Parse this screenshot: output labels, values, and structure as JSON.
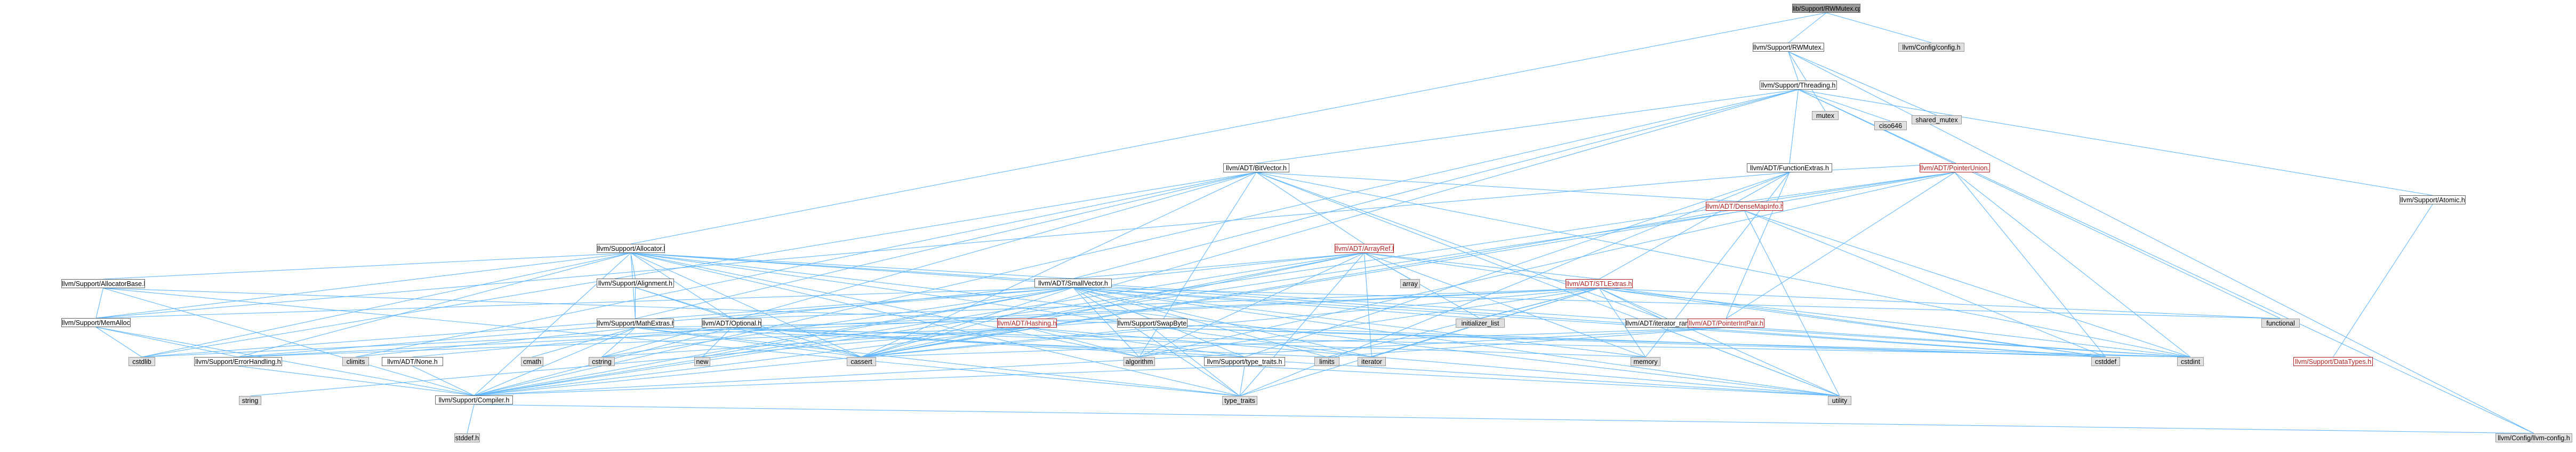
{
  "colors": {
    "edge": "#63b8ff",
    "root_fill": "#9a9a9a",
    "system_fill": "#e0e0e0",
    "red_text": "#b22222",
    "node_border": "#666666"
  },
  "nodes": [
    {
      "id": "rwmutex_cpp",
      "label": "lib/Support/RWMutex.cpp",
      "kind": "root"
    },
    {
      "id": "rwmutex_h",
      "label": "llvm/Support/RWMutex.h",
      "kind": "norm"
    },
    {
      "id": "config_h",
      "label": "llvm/Config/config.h",
      "kind": "sys"
    },
    {
      "id": "threading_h",
      "label": "llvm/Support/Threading.h",
      "kind": "norm"
    },
    {
      "id": "mutex",
      "label": "mutex",
      "kind": "sys"
    },
    {
      "id": "shared_mutex",
      "label": "shared_mutex",
      "kind": "sys"
    },
    {
      "id": "function_extras",
      "label": "llvm/ADT/FunctionExtras.h",
      "kind": "norm"
    },
    {
      "id": "ciso646",
      "label": "ciso646",
      "kind": "sys"
    },
    {
      "id": "atomic_h",
      "label": "llvm/Support/Atomic.h",
      "kind": "norm"
    },
    {
      "id": "bitvector",
      "label": "llvm/ADT/BitVector.h",
      "kind": "norm"
    },
    {
      "id": "pointer_union",
      "label": "llvm/ADT/PointerUnion.h",
      "kind": "red"
    },
    {
      "id": "densemapinfo",
      "label": "llvm/ADT/DenseMapInfo.h",
      "kind": "red"
    },
    {
      "id": "allocator",
      "label": "llvm/Support/Allocator.h",
      "kind": "norm"
    },
    {
      "id": "arrayref",
      "label": "llvm/ADT/ArrayRef.h",
      "kind": "red"
    },
    {
      "id": "allocatorbase",
      "label": "llvm/Support/AllocatorBase.h",
      "kind": "norm"
    },
    {
      "id": "alignment",
      "label": "llvm/Support/Alignment.h",
      "kind": "norm"
    },
    {
      "id": "smallvector",
      "label": "llvm/ADT/SmallVector.h",
      "kind": "norm"
    },
    {
      "id": "array",
      "label": "array",
      "kind": "sys"
    },
    {
      "id": "stlextras",
      "label": "llvm/ADT/STLExtras.h",
      "kind": "red"
    },
    {
      "id": "memalloc",
      "label": "llvm/Support/MemAlloc.h",
      "kind": "norm"
    },
    {
      "id": "mathextras",
      "label": "llvm/Support/MathExtras.h",
      "kind": "norm"
    },
    {
      "id": "optional",
      "label": "llvm/ADT/Optional.h",
      "kind": "norm"
    },
    {
      "id": "hashing",
      "label": "llvm/ADT/Hashing.h",
      "kind": "red"
    },
    {
      "id": "swapbyteorder",
      "label": "llvm/Support/SwapByteOrder.h",
      "kind": "norm"
    },
    {
      "id": "initializer_list",
      "label": "initializer_list",
      "kind": "sys"
    },
    {
      "id": "iterator_range",
      "label": "llvm/ADT/iterator_range.h",
      "kind": "norm"
    },
    {
      "id": "pointerintpair",
      "label": "llvm/ADT/PointerIntPair.h",
      "kind": "red"
    },
    {
      "id": "functional",
      "label": "functional",
      "kind": "sys"
    },
    {
      "id": "cstdlib",
      "label": "cstdlib",
      "kind": "sys"
    },
    {
      "id": "errorhandling",
      "label": "llvm/Support/ErrorHandling.h",
      "kind": "norm"
    },
    {
      "id": "climits",
      "label": "climits",
      "kind": "sys"
    },
    {
      "id": "adt_none",
      "label": "llvm/ADT/None.h",
      "kind": "norm"
    },
    {
      "id": "cmath",
      "label": "cmath",
      "kind": "sys"
    },
    {
      "id": "cstring",
      "label": "cstring",
      "kind": "sys"
    },
    {
      "id": "new",
      "label": "new",
      "kind": "sys"
    },
    {
      "id": "cassert",
      "label": "cassert",
      "kind": "sys"
    },
    {
      "id": "algorithm",
      "label": "algorithm",
      "kind": "sys"
    },
    {
      "id": "type_traits_h",
      "label": "llvm/Support/type_traits.h",
      "kind": "norm"
    },
    {
      "id": "limits",
      "label": "limits",
      "kind": "sys"
    },
    {
      "id": "iterator",
      "label": "iterator",
      "kind": "sys"
    },
    {
      "id": "memory",
      "label": "memory",
      "kind": "sys"
    },
    {
      "id": "cstddef",
      "label": "cstddef",
      "kind": "sys"
    },
    {
      "id": "cstdint",
      "label": "cstdint",
      "kind": "sys"
    },
    {
      "id": "datatypes",
      "label": "llvm/Support/DataTypes.h",
      "kind": "red"
    },
    {
      "id": "compiler",
      "label": "llvm/Support/Compiler.h",
      "kind": "norm"
    },
    {
      "id": "string",
      "label": "string",
      "kind": "sys"
    },
    {
      "id": "type_traits",
      "label": "type_traits",
      "kind": "sys"
    },
    {
      "id": "utility",
      "label": "utility",
      "kind": "sys"
    },
    {
      "id": "stddef",
      "label": "stddef.h",
      "kind": "sys"
    },
    {
      "id": "llvm_config",
      "label": "llvm/Config/llvm-config.h",
      "kind": "sys"
    }
  ],
  "edges": [
    [
      "rwmutex_cpp",
      "rwmutex_h"
    ],
    [
      "rwmutex_cpp",
      "config_h"
    ],
    [
      "rwmutex_cpp",
      "allocator"
    ],
    [
      "rwmutex_h",
      "threading_h"
    ],
    [
      "rwmutex_h",
      "mutex"
    ],
    [
      "rwmutex_h",
      "shared_mutex"
    ],
    [
      "rwmutex_h",
      "llvm_config"
    ],
    [
      "threading_h",
      "function_extras"
    ],
    [
      "threading_h",
      "ciso646"
    ],
    [
      "threading_h",
      "atomic_h"
    ],
    [
      "threading_h",
      "bitvector"
    ],
    [
      "threading_h",
      "smallvector"
    ],
    [
      "threading_h",
      "compiler"
    ],
    [
      "threading_h",
      "functional"
    ],
    [
      "threading_h",
      "cassert"
    ],
    [
      "threading_h",
      "llvm_config"
    ],
    [
      "function_extras",
      "pointer_union"
    ],
    [
      "function_extras",
      "pointerintpair"
    ],
    [
      "function_extras",
      "stlextras"
    ],
    [
      "function_extras",
      "memalloc"
    ],
    [
      "function_extras",
      "type_traits_h"
    ],
    [
      "function_extras",
      "memory"
    ],
    [
      "function_extras",
      "type_traits"
    ],
    [
      "atomic_h",
      "datatypes"
    ],
    [
      "bitvector",
      "arrayref"
    ],
    [
      "bitvector",
      "densemapinfo"
    ],
    [
      "bitvector",
      "iterator_range"
    ],
    [
      "bitvector",
      "mathextras"
    ],
    [
      "bitvector",
      "algorithm"
    ],
    [
      "bitvector",
      "cassert"
    ],
    [
      "bitvector",
      "climits"
    ],
    [
      "bitvector",
      "cstdint"
    ],
    [
      "bitvector",
      "cstdlib"
    ],
    [
      "bitvector",
      "cstring"
    ],
    [
      "bitvector",
      "utility"
    ],
    [
      "pointer_union",
      "densemapinfo"
    ],
    [
      "pointer_union",
      "pointerintpair"
    ],
    [
      "pointer_union",
      "compiler"
    ],
    [
      "pointer_union",
      "algorithm"
    ],
    [
      "pointer_union",
      "cassert"
    ],
    [
      "pointer_union",
      "cstddef"
    ],
    [
      "pointer_union",
      "cstdint"
    ],
    [
      "densemapinfo",
      "hashing"
    ],
    [
      "densemapinfo",
      "cassert"
    ],
    [
      "densemapinfo",
      "cstddef"
    ],
    [
      "densemapinfo",
      "cstdint"
    ],
    [
      "densemapinfo",
      "tuple_utility_placeholder"
    ],
    [
      "densemapinfo",
      "utility"
    ],
    [
      "allocator",
      "allocatorbase"
    ],
    [
      "allocator",
      "alignment"
    ],
    [
      "allocator",
      "smallvector"
    ],
    [
      "allocator",
      "memalloc"
    ],
    [
      "allocator",
      "mathextras"
    ],
    [
      "allocator",
      "compiler"
    ],
    [
      "allocator",
      "algorithm"
    ],
    [
      "allocator",
      "cassert"
    ],
    [
      "allocator",
      "cstddef"
    ],
    [
      "allocator",
      "cstdint"
    ],
    [
      "allocator",
      "iterator"
    ],
    [
      "allocator",
      "type_traits"
    ],
    [
      "allocator",
      "utility"
    ],
    [
      "allocator",
      "optional"
    ],
    [
      "allocator",
      "errorhandling"
    ],
    [
      "allocator",
      "cstdlib"
    ],
    [
      "arrayref",
      "hashing"
    ],
    [
      "arrayref",
      "smallvector"
    ],
    [
      "arrayref",
      "stlextras"
    ],
    [
      "arrayref",
      "compiler"
    ],
    [
      "arrayref",
      "algorithm"
    ],
    [
      "arrayref",
      "array"
    ],
    [
      "arrayref",
      "cassert"
    ],
    [
      "arrayref",
      "cstddef"
    ],
    [
      "arrayref",
      "initializer_list"
    ],
    [
      "arrayref",
      "iterator"
    ],
    [
      "arrayref",
      "memory"
    ],
    [
      "arrayref",
      "type_traits"
    ],
    [
      "arrayref",
      "optional"
    ],
    [
      "allocatorbase",
      "compiler"
    ],
    [
      "allocatorbase",
      "memalloc"
    ],
    [
      "allocatorbase",
      "cstddef"
    ],
    [
      "allocatorbase",
      "type_traits"
    ],
    [
      "alignment",
      "mathextras"
    ],
    [
      "alignment",
      "cassert"
    ],
    [
      "alignment",
      "optional"
    ],
    [
      "smallvector",
      "compiler"
    ],
    [
      "smallvector",
      "errorhandling"
    ],
    [
      "smallvector",
      "memalloc"
    ],
    [
      "smallvector",
      "type_traits_h"
    ],
    [
      "smallvector",
      "algorithm"
    ],
    [
      "smallvector",
      "cassert"
    ],
    [
      "smallvector",
      "cstddef"
    ],
    [
      "smallvector",
      "cstdlib"
    ],
    [
      "smallvector",
      "cstring"
    ],
    [
      "smallvector",
      "functional"
    ],
    [
      "smallvector",
      "initializer_list"
    ],
    [
      "smallvector",
      "iterator"
    ],
    [
      "smallvector",
      "limits"
    ],
    [
      "smallvector",
      "memory"
    ],
    [
      "smallvector",
      "new"
    ],
    [
      "smallvector",
      "type_traits"
    ],
    [
      "smallvector",
      "utility"
    ],
    [
      "stlextras",
      "optional"
    ],
    [
      "stlextras",
      "iterator_range"
    ],
    [
      "stlextras",
      "errorhandling"
    ],
    [
      "stlextras",
      "cassert"
    ],
    [
      "stlextras",
      "cstddef"
    ],
    [
      "stlextras",
      "cstdint"
    ],
    [
      "stlextras",
      "cstdlib"
    ],
    [
      "stlextras",
      "functional"
    ],
    [
      "stlextras",
      "initializer_list"
    ],
    [
      "stlextras",
      "iterator"
    ],
    [
      "stlextras",
      "limits"
    ],
    [
      "stlextras",
      "memory"
    ],
    [
      "stlextras",
      "utility"
    ],
    [
      "stlextras",
      "type_traits"
    ],
    [
      "stlextras",
      "algorithm"
    ],
    [
      "memalloc",
      "compiler"
    ],
    [
      "memalloc",
      "errorhandling"
    ],
    [
      "memalloc",
      "cstdlib"
    ],
    [
      "mathextras",
      "compiler"
    ],
    [
      "mathextras",
      "cassert"
    ],
    [
      "mathextras",
      "climits"
    ],
    [
      "mathextras",
      "cmath"
    ],
    [
      "mathextras",
      "cstdint"
    ],
    [
      "mathextras",
      "cstring"
    ],
    [
      "mathextras",
      "limits"
    ],
    [
      "mathextras",
      "type_traits"
    ],
    [
      "mathextras",
      "swapbyteorder"
    ],
    [
      "optional",
      "adt_none"
    ],
    [
      "optional",
      "compiler"
    ],
    [
      "optional",
      "type_traits_h"
    ],
    [
      "optional",
      "cassert"
    ],
    [
      "optional",
      "memory"
    ],
    [
      "optional",
      "new"
    ],
    [
      "optional",
      "utility"
    ],
    [
      "hashing",
      "compiler"
    ],
    [
      "hashing",
      "errorhandling"
    ],
    [
      "hashing",
      "swapbyteorder"
    ],
    [
      "hashing",
      "type_traits_h"
    ],
    [
      "hashing",
      "algorithm"
    ],
    [
      "hashing",
      "cassert"
    ],
    [
      "hashing",
      "cstring"
    ],
    [
      "hashing",
      "string"
    ],
    [
      "hashing",
      "utility"
    ],
    [
      "swapbyteorder",
      "compiler"
    ],
    [
      "swapbyteorder",
      "cstddef"
    ],
    [
      "swapbyteorder",
      "cstdint"
    ],
    [
      "swapbyteorder",
      "type_traits"
    ],
    [
      "iterator_range",
      "utility"
    ],
    [
      "pointerintpair",
      "compiler"
    ],
    [
      "pointerintpair",
      "cassert"
    ],
    [
      "pointerintpair",
      "cstdint"
    ],
    [
      "pointerintpair",
      "limits"
    ],
    [
      "errorhandling",
      "compiler"
    ],
    [
      "type_traits_h",
      "compiler"
    ],
    [
      "type_traits_h",
      "type_traits"
    ],
    [
      "type_traits_h",
      "utility"
    ],
    [
      "compiler",
      "llvm_config"
    ],
    [
      "compiler",
      "stddef"
    ],
    [
      "adt_none",
      "compiler"
    ]
  ]
}
